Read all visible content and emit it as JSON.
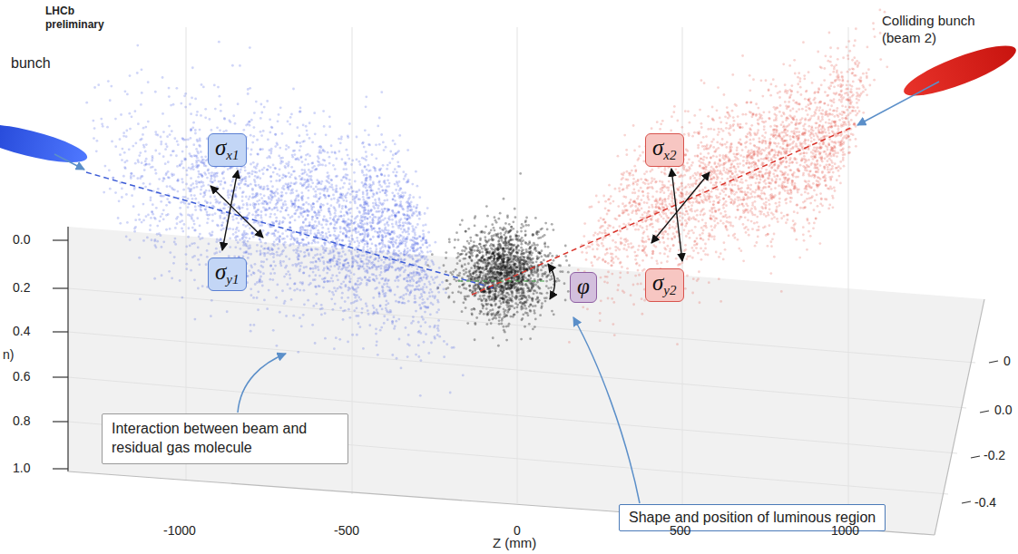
{
  "diagram": {
    "nodes": [
      {
        "text": [
          "σx1"
        ]
      },
      {
        "text": [
          "σy1"
        ]
      },
      {
        "text": [
          "φ"
        ]
      },
      {
        "text": [
          "σx2"
        ]
      },
      {
        "text": [
          "σy2"
        ]
      },
      {
        "text": [
          "Interaction between beam and residual gas molecule"
        ]
      },
      {
        "text": [
          "Shape and position of luminous region"
        ]
      }
    ],
    "labels": [
      "LHCb preliminary",
      "bunch",
      "Colliding bunch (beam 2)",
      "0.0",
      "0.2",
      "0.4",
      "0.6",
      "0.8",
      "1.0",
      "n)",
      "-1000",
      "-500",
      "0",
      "500",
      "1000",
      "Z (mm)",
      "0",
      "0.0",
      "-0.2",
      "-0.4"
    ]
  }
}
